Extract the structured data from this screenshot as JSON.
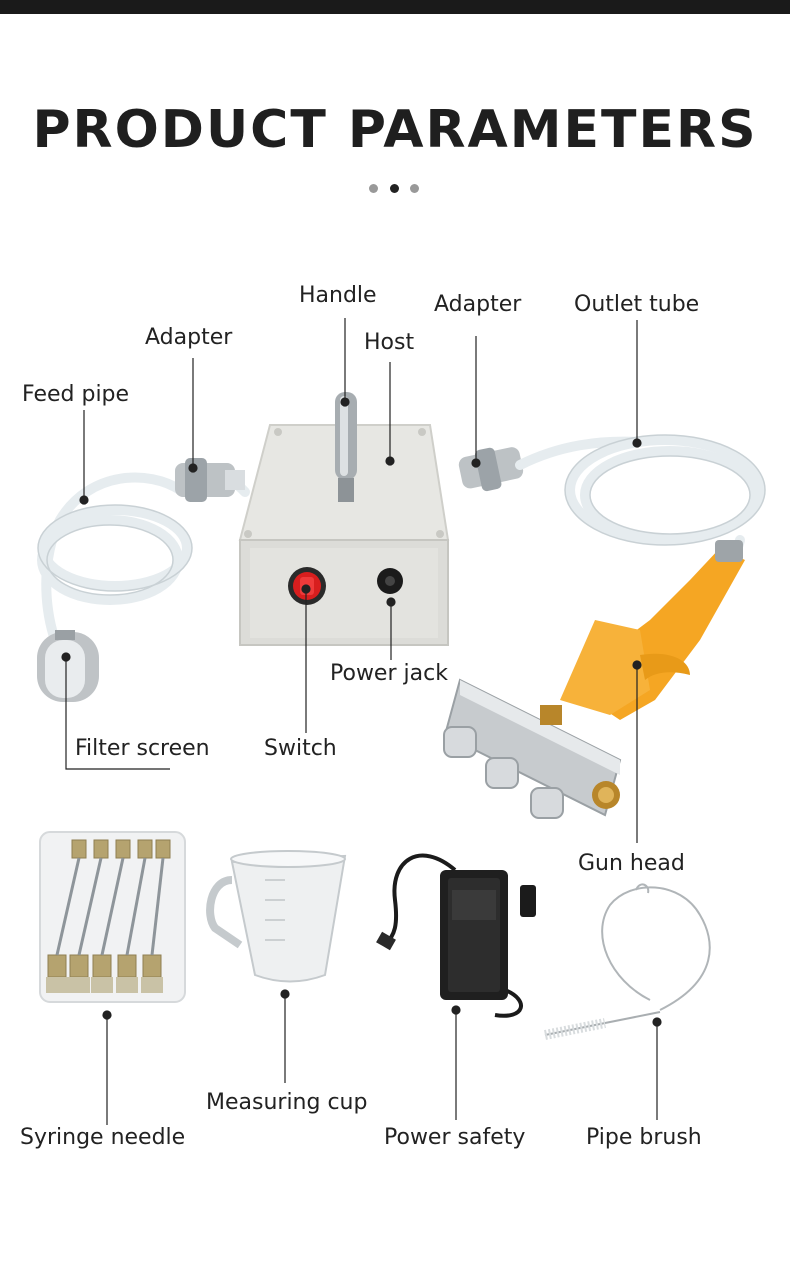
{
  "header": {
    "title": "PRODUCT PARAMETERS"
  },
  "pagination": {
    "count": 3,
    "active_index": 1
  },
  "labels": {
    "handle": "Handle",
    "adapter_left": "Adapter",
    "host": "Host",
    "adapter_right": "Adapter",
    "outlet_tube": "Outlet tube",
    "feed_pipe": "Feed pipe",
    "power_jack": "Power jack",
    "filter_screen": "Filter screen",
    "switch": "Switch",
    "gun_head": "Gun head",
    "syringe_needle": "Syringe needle",
    "measuring_cup": "Measuring cup",
    "power_safety": "Power safety",
    "pipe_brush": "Pipe brush"
  },
  "colors": {
    "title": "#1f1f1f",
    "host_body": "#d9d9d5",
    "gun_orange": "#f5a623",
    "switch_red": "#d81e1e",
    "adapter_black": "#1b1b1b"
  }
}
